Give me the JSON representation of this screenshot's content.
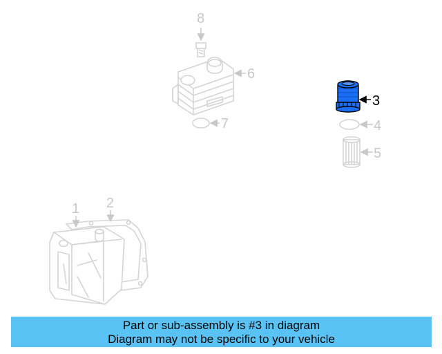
{
  "callouts": {
    "c1": "1",
    "c2": "2",
    "c3": "3",
    "c4": "4",
    "c5": "5",
    "c6": "6",
    "c7": "7",
    "c8": "8"
  },
  "highlight": {
    "part_number": "3",
    "color": "#1a6ef5"
  },
  "banner": {
    "line1": "Part or sub-assembly is #3 in diagram",
    "line2": "Diagram may not be specific to your vehicle",
    "background": "#5ac3f5"
  }
}
